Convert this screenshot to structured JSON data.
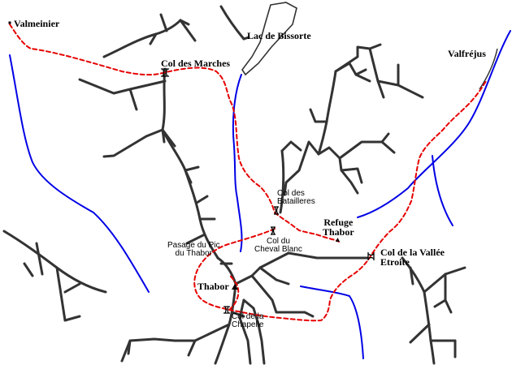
{
  "places": {
    "valmeinier": "Valmeinier",
    "lac_bissorte": "Lac de Bissorte",
    "col_marches": "Col des Marches",
    "valfrejus": "Valfréjus",
    "col_batailleres": [
      "Col des",
      "Batailleres"
    ],
    "refuge_thabor": [
      "Refuge",
      "Thabor"
    ],
    "passage_pic": [
      "Pasage du Pic",
      "du Thabor"
    ],
    "col_cheval_blanc": [
      "Col du",
      "Cheval Blanc"
    ],
    "col_vallee_etroite": [
      "Col de la Vallée",
      "Etroite"
    ],
    "thabor": "Thabor",
    "col_chapelle": [
      "Col de la",
      "Chapelle"
    ]
  },
  "colors": {
    "route": "#e60000",
    "river": "#0000e6",
    "ridge": "#333333",
    "text": "#000000"
  },
  "icons": {
    "pass_marker": "pass-icon",
    "refuge_marker": "refuge-icon",
    "village_marker": "village-icon"
  }
}
